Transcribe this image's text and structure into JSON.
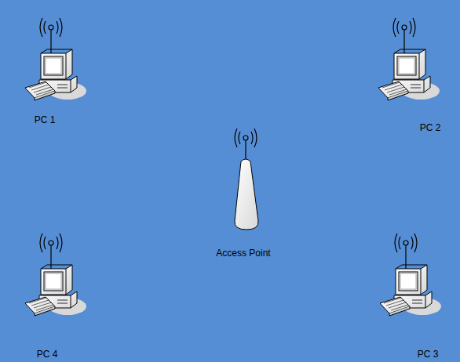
{
  "diagram": {
    "labels": [
      "PC 1",
      "PC 2",
      "Access Point",
      "PC 4",
      "PC 3"
    ]
  }
}
